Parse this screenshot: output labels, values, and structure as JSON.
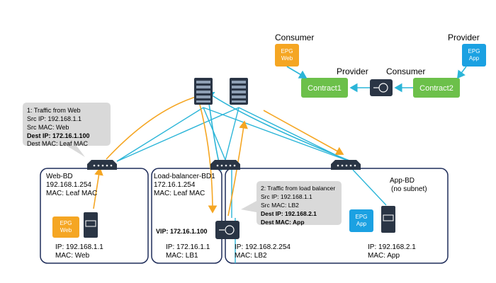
{
  "colors": {
    "orange": "#f5a623",
    "blue": "#2bb5d8",
    "green": "#6cc04a",
    "epg_blue": "#1ba1e2",
    "box_stroke": "#1f2d5a",
    "callout_fill": "#d9d9d9"
  },
  "contract": {
    "consumer_top": "Consumer",
    "provider_top": "Provider",
    "epg_web": [
      "EPG",
      "Web"
    ],
    "epg_app": [
      "EPG",
      "App"
    ],
    "contract1": "Contract1",
    "contract2": "Contract2",
    "provider_mid": "Provider",
    "consumer_mid": "Consumer"
  },
  "callout_web": {
    "lines": [
      "1: Traffic from Web",
      "Src IP: 192.168.1.1",
      "Src MAC: Web",
      "Dest IP: 172.16.1.100",
      "Dest MAC: Leaf MAC"
    ]
  },
  "callout_lb": {
    "lines": [
      "2: Traffic from load balancer",
      "Src IP: 192.168.1.1",
      "Src MAC: LB2",
      "Dest IP: 192.168.2.1",
      "Dest MAC: App"
    ]
  },
  "web_bd": {
    "title": "Web-BD",
    "subnet": "192.168.1.254",
    "mac": "MAC: Leaf MAC",
    "epg": [
      "EPG",
      "Web"
    ],
    "ip": "IP: 192.168.1.1",
    "host_mac": "MAC: Web"
  },
  "lb_bd1": {
    "title": "Load-balancer-BD1",
    "subnet": "172.16.1.254",
    "mac": "MAC: Leaf MAC",
    "vip": "VIP: 172.16.1.100",
    "ip": "IP: 172.16.1.1",
    "host_mac": "MAC: LB1"
  },
  "app_bd": {
    "title": "App-BD",
    "subtitle": "(no subnet)",
    "epg": [
      "EPG",
      "App"
    ],
    "ip": "IP: 192.168.2.1",
    "host_mac": "MAC: App"
  },
  "lb_bd2": {
    "ip": "IP: 192.168.2.254",
    "mac": "MAC: LB2"
  }
}
